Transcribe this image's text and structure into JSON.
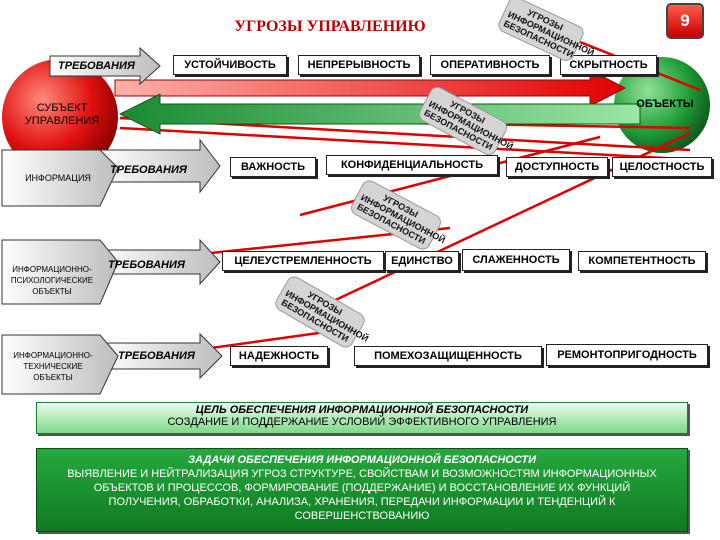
{
  "title": "УГРОЗЫ УПРАВЛЕНИЮ",
  "page_number": "9",
  "subject": "СУБЪЕКТ УПРАВЛЕНИЯ",
  "objects": "ОБЪЕКТЫ",
  "requirements_label": "ТРЕБОВАНИЯ",
  "row1": {
    "items": [
      "УСТОЙЧИВОСТЬ",
      "НЕПРЕРЫВНОСТЬ",
      "ОПЕРАТИВНОСТЬ",
      "СКРЫТНОСТЬ"
    ]
  },
  "row2": {
    "source": "ИНФОРМАЦИЯ",
    "items": [
      "ВАЖНОСТЬ",
      "КОНФИДЕНЦИАЛЬНОСТЬ",
      "ДОСТУПНОСТЬ",
      "ЦЕЛОСТНОСТЬ"
    ]
  },
  "row3": {
    "source": "ИНФОРМАЦИОННО-ПСИХОЛОГИЧЕСКИЕ ОБЪЕКТЫ",
    "items": [
      "ЦЕЛЕУСТРЕМЛЕННОСТЬ",
      "ЕДИНСТВО",
      "СЛАЖЕННОСТЬ",
      "КОМПЕТЕНТНОСТЬ"
    ]
  },
  "row4": {
    "source": "ИНФОРМАЦИОННО-ТЕХНИЧЕСКИЕ ОБЪЕКТЫ",
    "items": [
      "НАДЕЖНОСТЬ",
      "ПОМЕХОЗАЩИЩЕННОСТЬ",
      "РЕМОНТОПРИГОДНОСТЬ"
    ]
  },
  "threats": [
    "УГРОЗЫ ИНФОРМАЦИОННОЙ БЕЗОПАСНОСТИ",
    "УГРОЗЫ ИНФОРМАЦИОННОЙ БЕЗОПАСНОСТИ",
    "УГРОЗЫ ИНФОРМАЦИОННОЙ БЕЗОПАСНОСТИ",
    "УГРОЗЫ ИНФОРМАЦИОННОЙ БЕЗОПАСНОСТИ"
  ],
  "goal": {
    "heading": "ЦЕЛЬ ОБЕСПЕЧЕНИЯ ИНФОРМАЦИОННОЙ БЕЗОПАСНОСТИ",
    "text": "СОЗДАНИЕ И ПОДДЕРЖАНИЕ УСЛОВИЙ ЭФФЕКТИВНОГО УПРАВЛЕНИЯ"
  },
  "tasks": {
    "heading": "ЗАДАЧИ ОБЕСПЕЧЕНИЯ ИНФОРМАЦИОННОЙ БЕЗОПАСНОСТИ",
    "text": "ВЫЯВЛЕНИЕ И НЕЙТРАЛИЗАЦИЯ УГРОЗ СТРУКТУРЕ, СВОЙСТВАМ И ВОЗМОЖНОСТЯМ ИНФОРМАЦИОННЫХ ОБЪЕКТОВ И ПРОЦЕССОВ, ФОРМИРОВАНИЕ (ПОДДЕРЖАНИЕ) И ВОССТАНОВЛЕНИЕ ИХ ФУНКЦИЙ ПОЛУЧЕНИЯ, ОБРАБОТКИ, АНАЛИЗА, ХРАНЕНИЯ, ПЕРЕДАЧИ ИНФОРМАЦИИ И ТЕНДЕНЦИЙ К СОВЕРШЕНСТВОВАНИЮ"
  },
  "colors": {
    "red": "#d20000",
    "green": "#1e8a35",
    "threat_gray": "#d4d4d4"
  }
}
